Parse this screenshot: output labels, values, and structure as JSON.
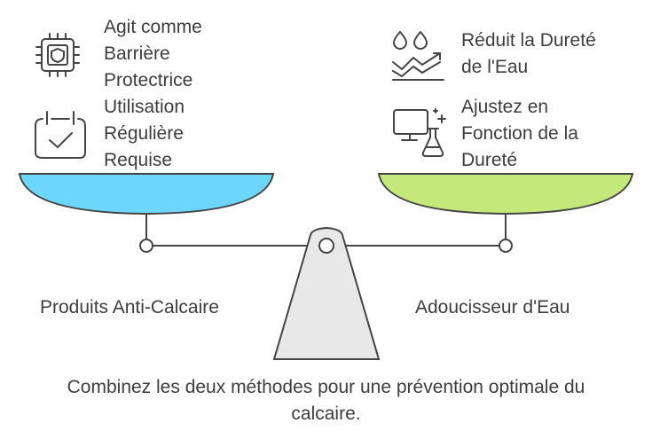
{
  "left_side": {
    "label": "Produits Anti-Calcaire",
    "color": "#6dd7fb",
    "items": [
      {
        "icon": "chip-shield-icon",
        "text": "Agit comme\nBarrière\nProtectrice"
      },
      {
        "icon": "calendar-check-icon",
        "text": "Utilisation\nRégulière\nRequise"
      }
    ]
  },
  "right_side": {
    "label": "Adoucisseur d'Eau",
    "color": "#c5e87a",
    "items": [
      {
        "icon": "drops-trend-icon",
        "text": "Réduit la Dureté\nde l'Eau"
      },
      {
        "icon": "monitor-flask-icon",
        "text": "Ajustez en\nFonction de la\nDureté"
      }
    ]
  },
  "caption": "Combinez les deux méthodes pour une prévention optimale du\ncalcaire."
}
